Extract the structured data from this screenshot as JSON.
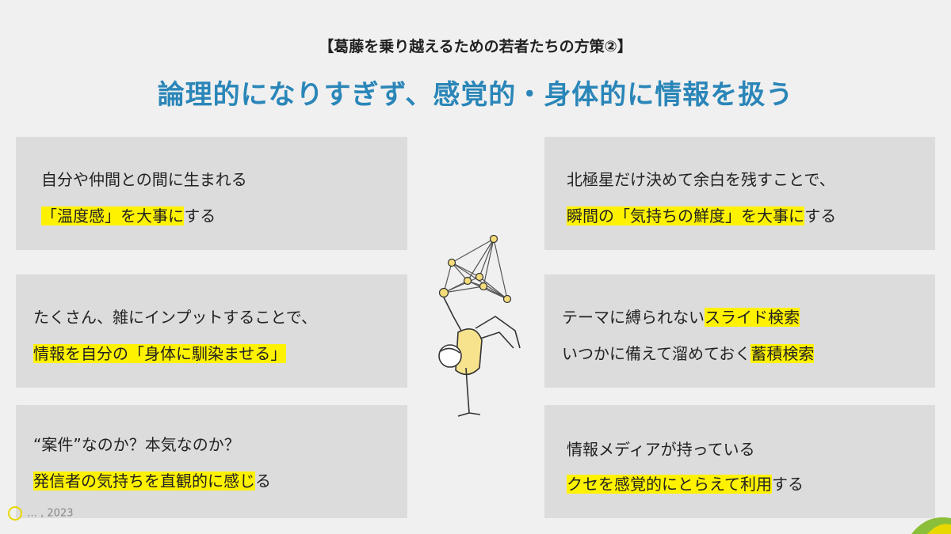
{
  "header": {
    "subtitle": "【葛藤を乗り越えるための若者たちの方策②】",
    "title": "論理的になりすぎず、感覚的・身体的に情報を扱う"
  },
  "boxes": {
    "left_top": {
      "line1": "自分や仲間との間に生まれる",
      "line2_hl": "「温度感」を大事に",
      "line2_rest": "する"
    },
    "left_middle": {
      "line1": "たくさん、雑にインプットすることで、",
      "line2_hl": "情報を自分の「身体に馴染ませる」",
      "line2_rest": ""
    },
    "left_bottom": {
      "line1": "“案件”なのか？本気なのか？",
      "line2_hl": "発信者の気持ちを直観的に感じ",
      "line2_rest": "る"
    },
    "right_top": {
      "line1": "北極星だけ決めて余白を残すことで、",
      "line2_hl": "瞬間の「気持ちの鮮度」を大事に",
      "line2_rest": "する"
    },
    "right_middle": {
      "line1_plain": "テーマに縛られない",
      "line1_hl": "スライド検索",
      "line2_plain": "いつかに備えて溜めておく",
      "line2_hl": "蓄積検索"
    },
    "right_bottom": {
      "line1": "情報メディアが持っている",
      "line2_hl": "クセを感覚的にとらえて利用",
      "line2_rest": "する"
    }
  },
  "footer": {
    "text": "… , 2023"
  },
  "colors": {
    "title": "#2a86b8",
    "highlight": "#fff200",
    "box": "#dcdcdc",
    "background": "#f0f0f0"
  }
}
